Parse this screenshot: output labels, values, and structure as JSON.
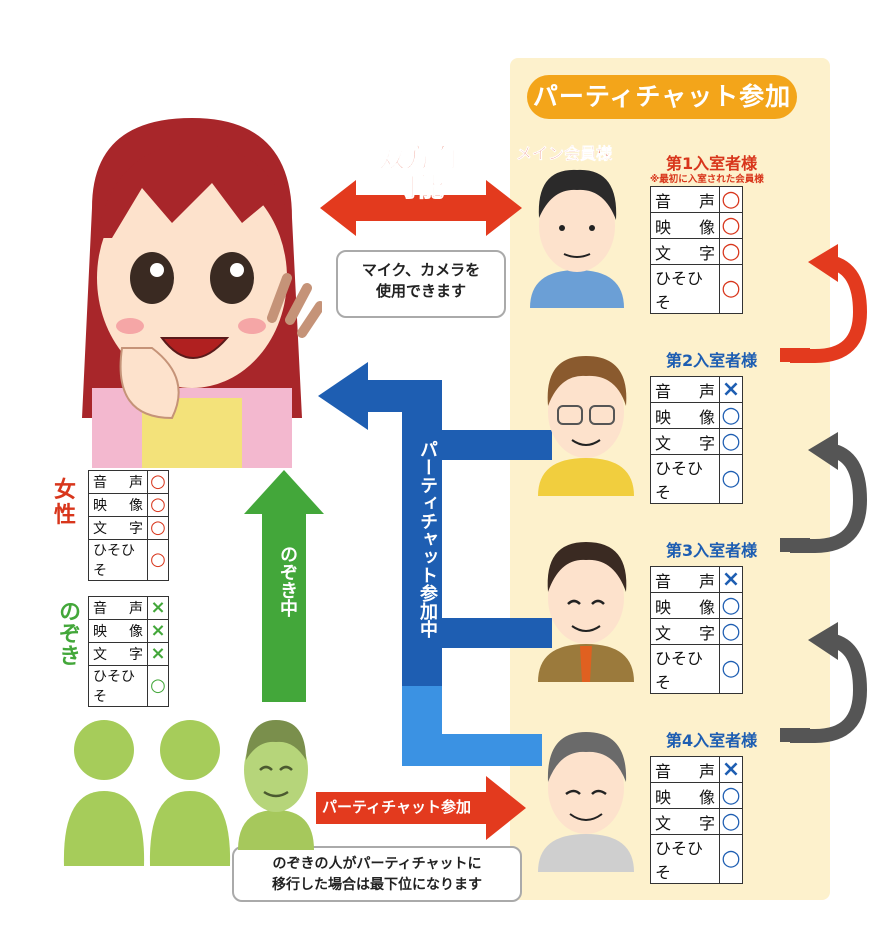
{
  "panel": {
    "title": "パーティチャット参加",
    "main_member_label": "メイン会員様",
    "ranks": [
      {
        "title": "第1入室者様",
        "note": "※最初に入室された会員様",
        "rows": [
          [
            "音",
            "声",
            "○"
          ],
          [
            "映",
            "像",
            "○"
          ],
          [
            "文",
            "字",
            "○"
          ],
          [
            "ひそひそ",
            "",
            "○"
          ]
        ]
      },
      {
        "title": "第2入室者様",
        "rows": [
          [
            "音",
            "声",
            "×"
          ],
          [
            "映",
            "像",
            "○"
          ],
          [
            "文",
            "字",
            "○"
          ],
          [
            "ひそひそ",
            "",
            "○"
          ]
        ]
      },
      {
        "title": "第3入室者様",
        "rows": [
          [
            "音",
            "声",
            "×"
          ],
          [
            "映",
            "像",
            "○"
          ],
          [
            "文",
            "字",
            "○"
          ],
          [
            "ひそひそ",
            "",
            "○"
          ]
        ]
      },
      {
        "title": "第4入室者様",
        "rows": [
          [
            "音",
            "声",
            "×"
          ],
          [
            "映",
            "像",
            "○"
          ],
          [
            "文",
            "字",
            "○"
          ],
          [
            "ひそひそ",
            "",
            "○"
          ]
        ]
      }
    ]
  },
  "left": {
    "two_way_line1": "双方向",
    "two_way_line2": "可能",
    "bubble_line1": "マイク、カメラを",
    "bubble_line2": "使用できます",
    "woman_label": "女性",
    "woman_rows": [
      [
        "音",
        "声",
        "○"
      ],
      [
        "映",
        "像",
        "○"
      ],
      [
        "文",
        "字",
        "○"
      ],
      [
        "ひそひそ",
        "",
        "○"
      ]
    ],
    "peek_label": "のぞき",
    "peek_rows": [
      [
        "音",
        "声",
        "×"
      ],
      [
        "映",
        "像",
        "×"
      ],
      [
        "文",
        "字",
        "×"
      ],
      [
        "ひそひそ",
        "",
        "○"
      ]
    ],
    "peeking_arrow_label": "のぞき中",
    "party_arrow_label": "パーティチャット参加中",
    "join_arrow_label": "パーティチャット参加",
    "bottom_bubble_line1": "のぞきの人がパーティチャットに",
    "bottom_bubble_line2": "移行した場合は最下位になります"
  },
  "colors": {
    "red": "#d8361c",
    "blue": "#1e5eb2",
    "green": "#43a73a",
    "orange": "#f3a51a",
    "panel": "#fdf1cc",
    "gray_arrow": "#555555"
  }
}
